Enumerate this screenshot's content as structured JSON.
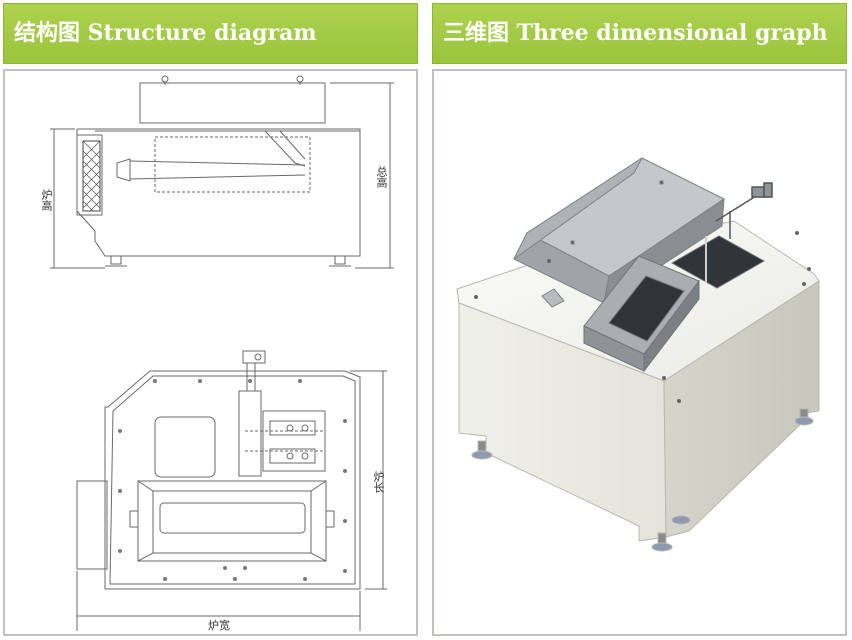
{
  "headers": {
    "structure": "结构图 Structure diagram",
    "three_d": "三维图 Three dimensional graph"
  },
  "labels": {
    "furnace_height": "炉高",
    "total_height": "总高",
    "furnace_length": "炉长",
    "furnace_width": "炉宽"
  },
  "colors": {
    "header_green": "#9ac43c",
    "panel_border": "#c0c4bf",
    "machine_body": "#ebebe3",
    "machine_lid": "#a9b0b4"
  }
}
